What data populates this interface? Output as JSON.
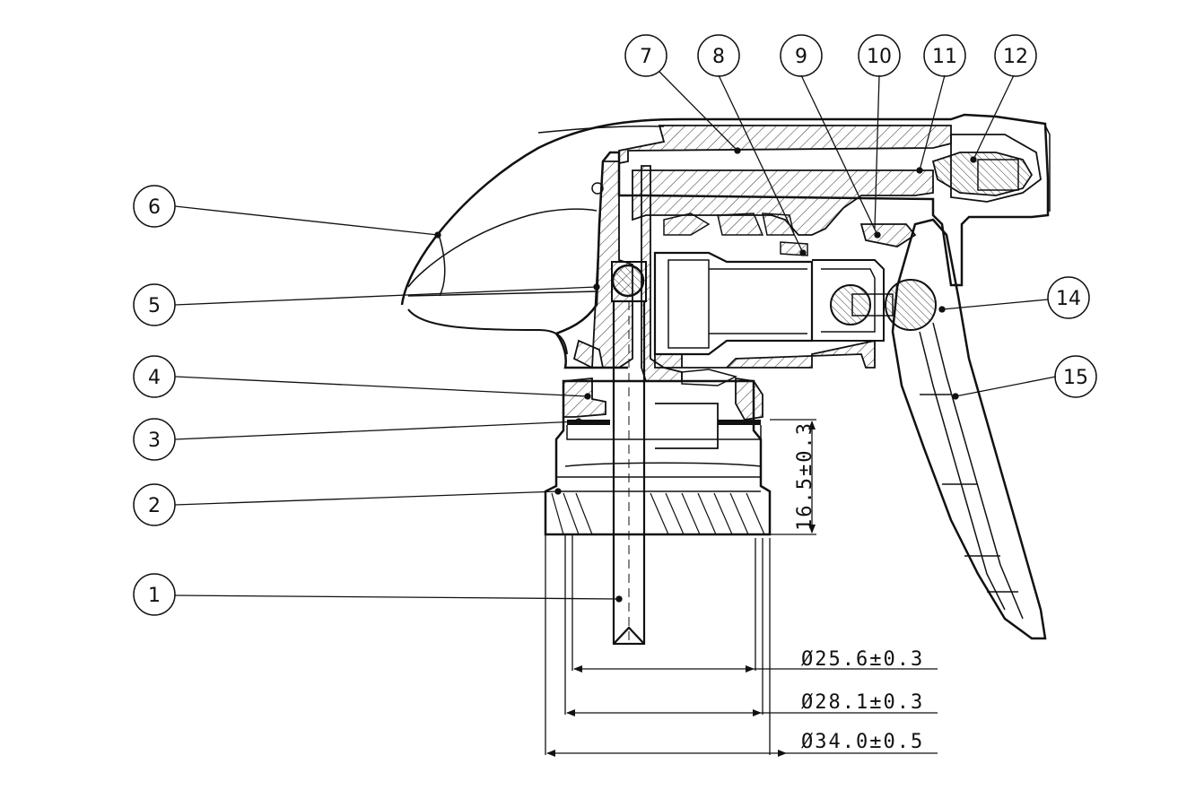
{
  "part_numbers": {
    "p1": "1",
    "p2": "2",
    "p3": "3",
    "p4": "4",
    "p5": "5",
    "p6": "6",
    "p7": "7",
    "p8": "8",
    "p9": "9",
    "p10": "10",
    "p11": "11",
    "p12": "12",
    "p14": "14",
    "p15": "15"
  },
  "dimensions": {
    "height": "16.5±0.3",
    "d1": "Ø25.6±0.3",
    "d2": "Ø28.1±0.3",
    "d3": "Ø34.0±0.5"
  }
}
